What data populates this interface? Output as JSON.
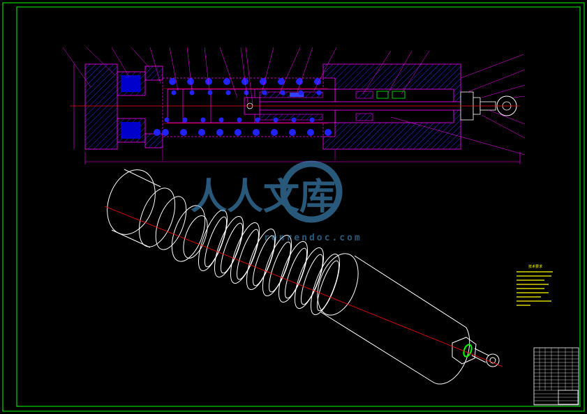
{
  "drawing": {
    "subject": "",
    "colors": {
      "background": "#000000",
      "frame": "#00ff00",
      "section_fill": "#0000cc",
      "hatch": "#0000ff",
      "outline": "#ff00ff",
      "centerline": "#ff0000",
      "spring_ball": "#2222ff",
      "iso_line": "#ffffff",
      "notes": "#ffff00",
      "nut_ring": "#00ff00"
    }
  },
  "watermark": {
    "brand": "人人文库",
    "url": "renrendoc.com",
    "color": "#4aa3df"
  },
  "tech_notes": {
    "title": "技术要求"
  },
  "title_block": {
    "label": ""
  }
}
